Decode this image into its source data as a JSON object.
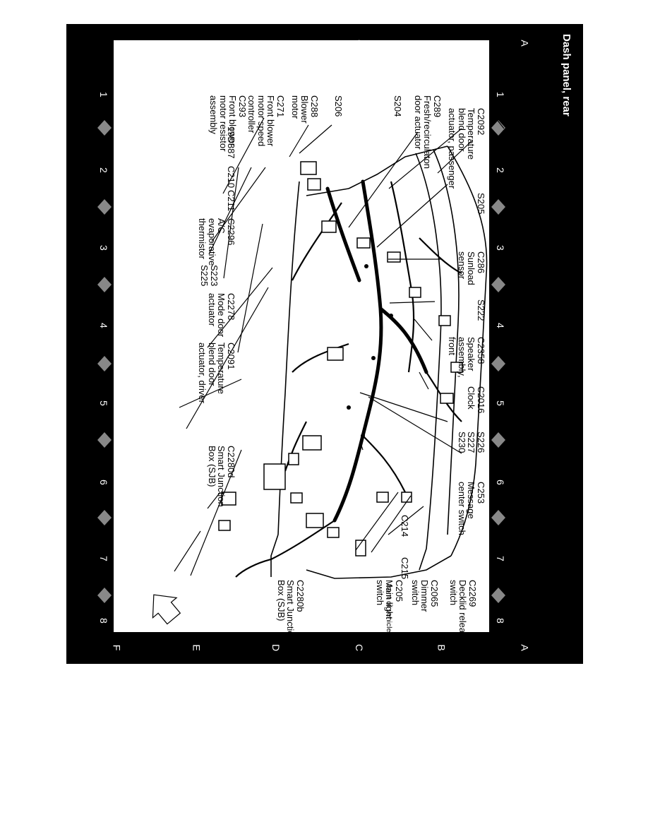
{
  "title": "Dash panel, rear",
  "grid_numbers": [
    "1",
    "2",
    "3",
    "4",
    "5",
    "6",
    "7",
    "8"
  ],
  "grid_letters": [
    "A",
    "B",
    "C",
    "D",
    "E",
    "F"
  ],
  "labels": {
    "c2092": "C2092\nTemperature\nblend door\nactuator, passenger",
    "s205": "S205",
    "c286": "C286\nSunload\nsensor",
    "s222": "S222",
    "c2358": "C2358\nSpeaker\nassembly,\nfront",
    "c2016": "C2016\nClock",
    "s226": "S226\nS227\nS230",
    "c253": "C253\nMessage\ncenter switch",
    "c214": "C214",
    "c215": "C215",
    "front_of_vehicle": "front of vehicle",
    "c289": "C289\nFresh/recirculaton\ndoor actuator",
    "s204": "S204",
    "s206": "S206",
    "c288": "C288\nBlower\nmotor",
    "c271": "C271\nFront blower\nmotor speed\ncontroller\nC293\nFront blower\nmotor resistor\nassembly",
    "c19d887": "19D887",
    "c210": "C210",
    "c211": "C211",
    "c2296": "C2296\nA/C\nevaporative\nthermistor",
    "s223": "S223\nS225",
    "c2278": "C2278\nMode door\nactuator",
    "c2091": "C2091\nTemperature\nblend door\nactuator, driver",
    "c2280d": "C2280d\nSmart Junction\nBox (SJB)",
    "c2269": "C2269\nDecklid release\nswitch",
    "c2065": "C2065\nDimmer\nswitch",
    "c205": "C205\nMain light\nswitch",
    "c2280b": "C2280b\nSmart Junction\nBox (SJB)"
  },
  "colors": {
    "frame": "#000000",
    "panel": "#ffffff",
    "ink": "#000000"
  }
}
